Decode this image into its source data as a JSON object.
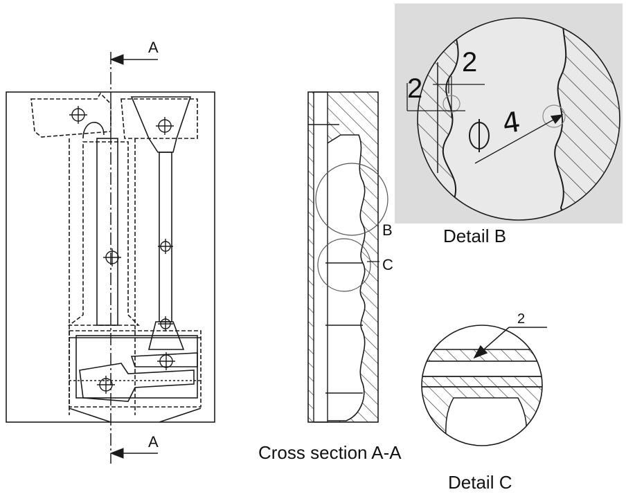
{
  "section_marks": {
    "top": "A",
    "bottom": "A"
  },
  "detail_markers": {
    "b": "B",
    "c": "C"
  },
  "captions": {
    "cross_section": "Cross section A-A",
    "detail_b": "Detail B",
    "detail_c": "Detail C"
  },
  "detail_b_dims": {
    "left": "2",
    "top": "2",
    "diameter_symbol": "Φ",
    "diameter_value": "4"
  },
  "detail_c_dims": {
    "wall": "2"
  },
  "colors": {
    "line": "#1a1a1a",
    "detail_b_panel": "#dcdcdc",
    "background": "#ffffff"
  }
}
